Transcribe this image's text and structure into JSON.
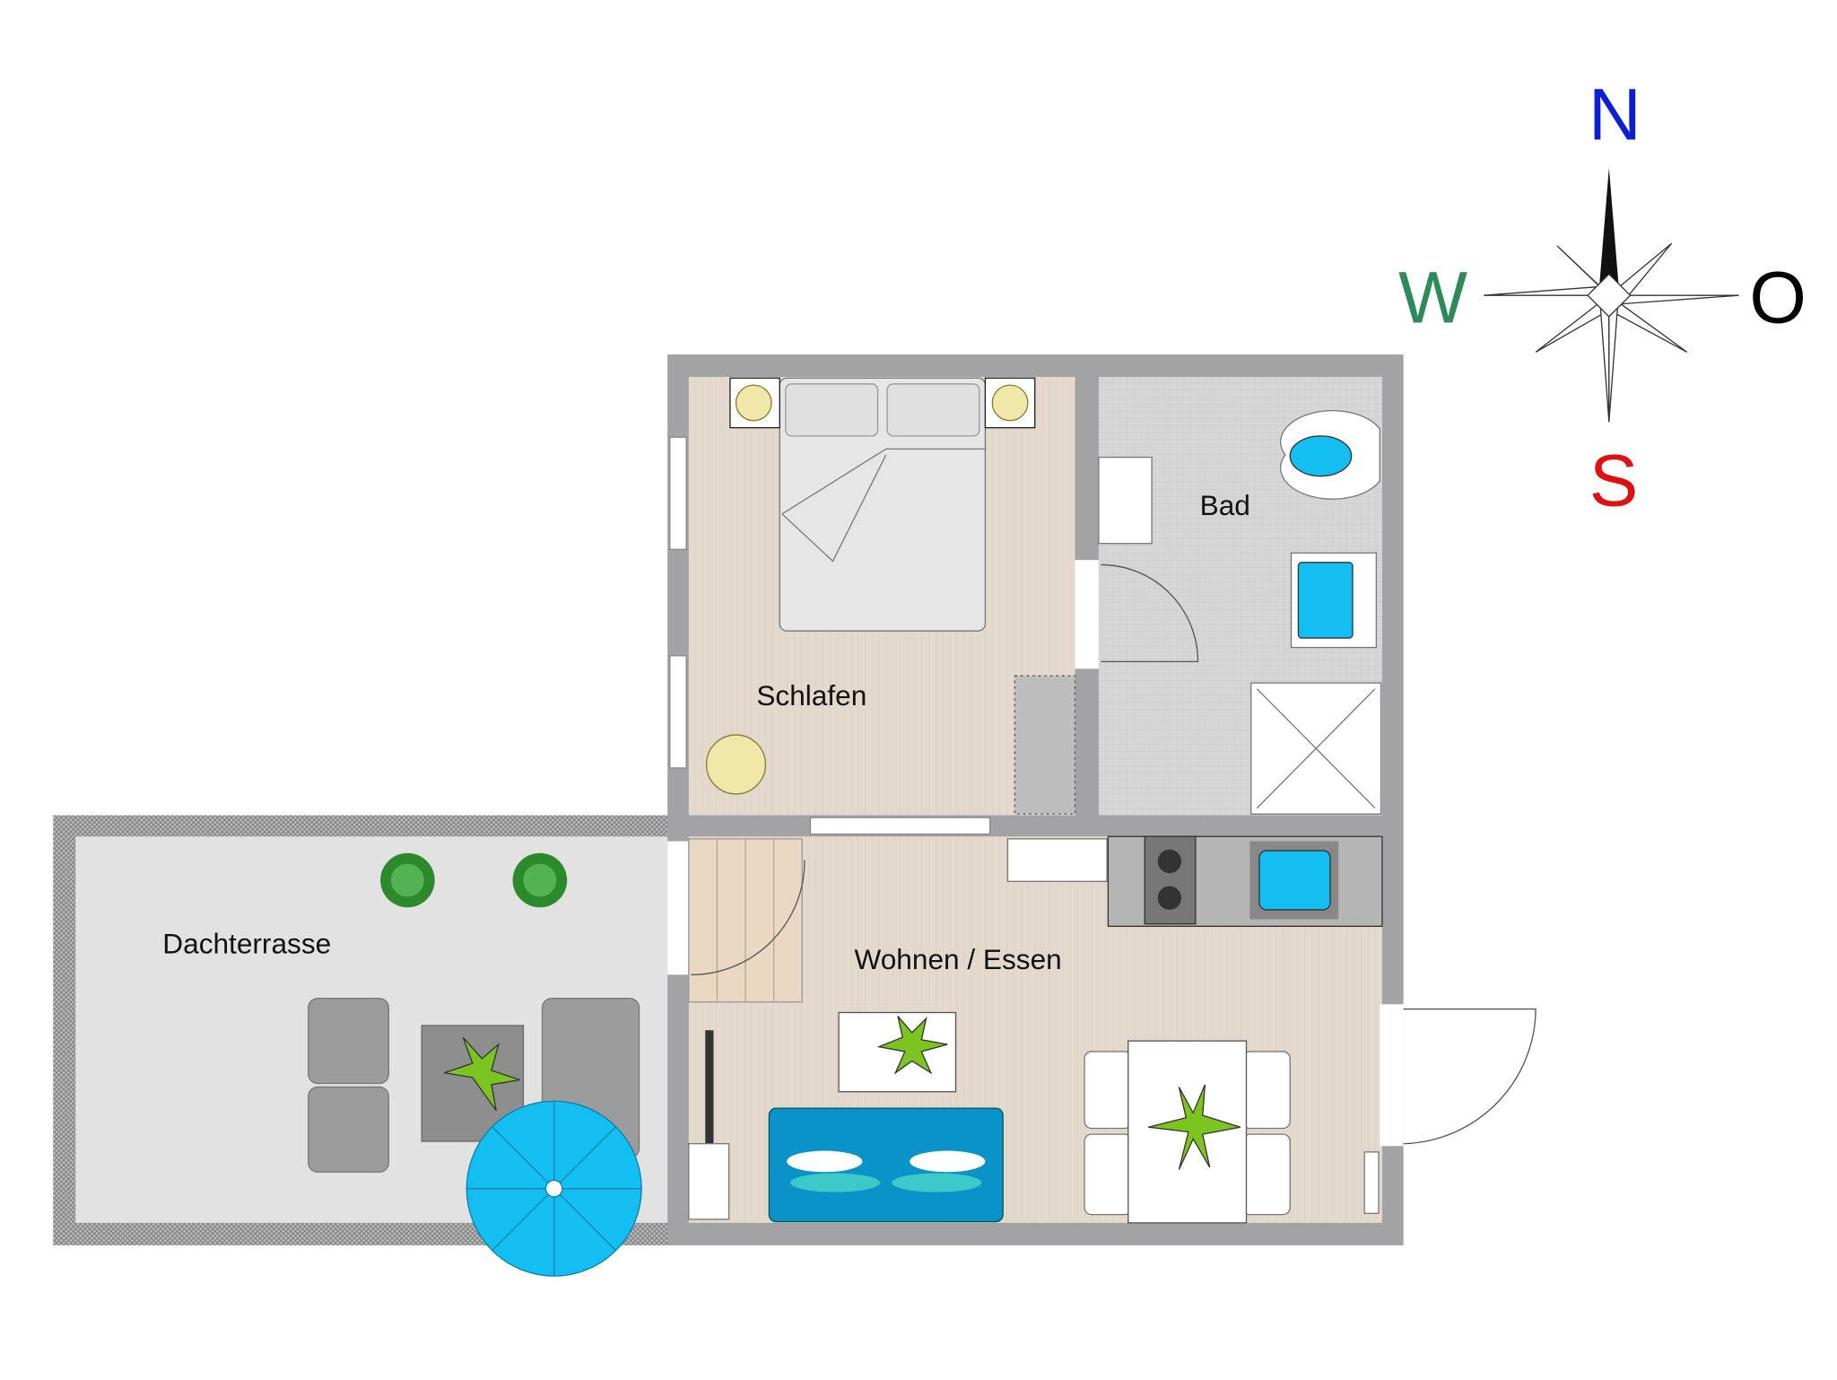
{
  "rooms": {
    "schlafen": "Schlafen",
    "bad": "Bad",
    "wohnen": "Wohnen / Essen",
    "terrasse": "Dachterrasse"
  },
  "compass": {
    "north": "N",
    "west": "W",
    "east": "O",
    "south": "S",
    "colors": {
      "north": "#0a1fd6",
      "west": "#2e8b57",
      "east": "#000000",
      "south": "#e01010"
    }
  },
  "colors": {
    "wall": "#a3a3a6",
    "floor_wood": "#e3d8cc",
    "floor_tile": "#d4d4d4",
    "sofa": "#0a93c9",
    "umbrella": "#12bff0",
    "plant": "#7cc520"
  }
}
